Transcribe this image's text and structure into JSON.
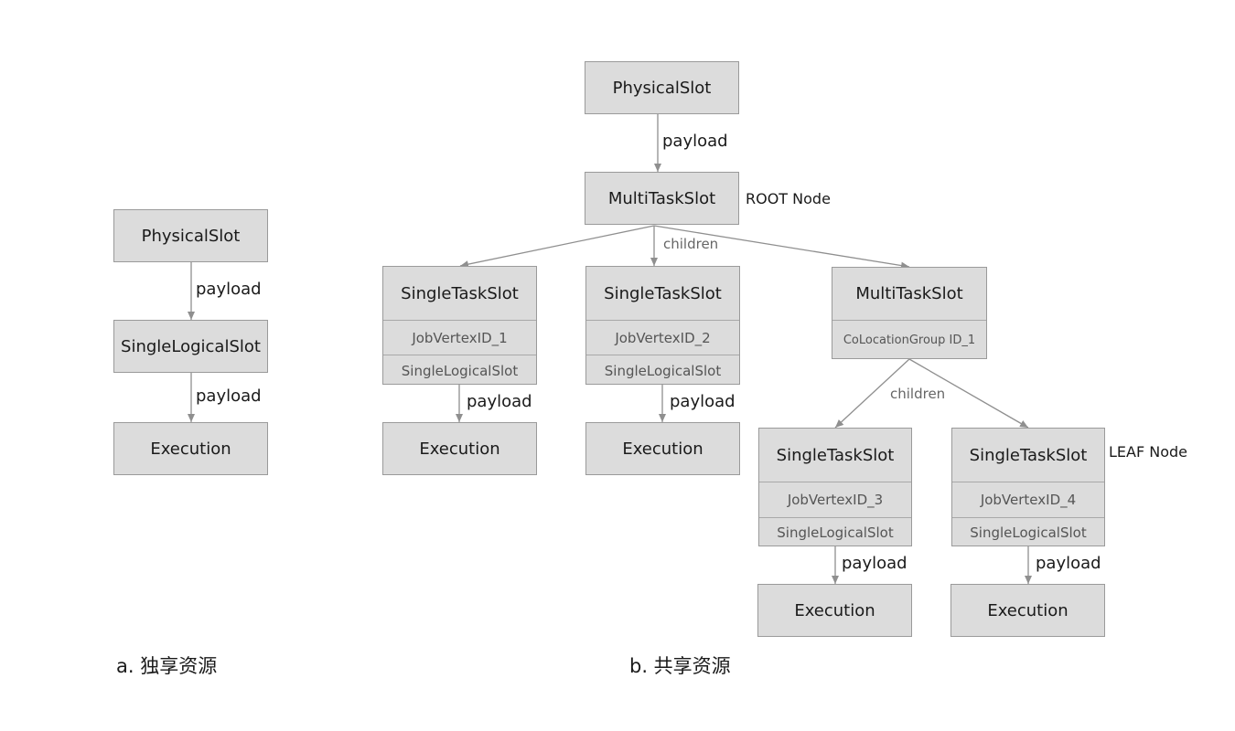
{
  "diagram_a": {
    "physical_slot": "PhysicalSlot",
    "single_logical_slot": "SingleLogicalSlot",
    "execution": "Execution",
    "payload_1": "payload",
    "payload_2": "payload",
    "caption": "a. 独享资源"
  },
  "diagram_b": {
    "physical_slot": "PhysicalSlot",
    "payload_root": "payload",
    "root_node": {
      "title": "MultiTaskSlot",
      "tag": "ROOT Node"
    },
    "children_label_1": "children",
    "children_label_2": "children",
    "task_slot_1": {
      "title": "SingleTaskSlot",
      "id": "JobVertexID_1",
      "slot": "SingleLogicalSlot",
      "payload": "payload",
      "execution": "Execution"
    },
    "task_slot_2": {
      "title": "SingleTaskSlot",
      "id": "JobVertexID_2",
      "slot": "SingleLogicalSlot",
      "payload": "payload",
      "execution": "Execution"
    },
    "colocation_node": {
      "title": "MultiTaskSlot",
      "group": "CoLocationGroup ID_1"
    },
    "task_slot_3": {
      "title": "SingleTaskSlot",
      "id": "JobVertexID_3",
      "slot": "SingleLogicalSlot",
      "payload": "payload",
      "execution": "Execution"
    },
    "task_slot_4": {
      "title": "SingleTaskSlot",
      "id": "JobVertexID_4",
      "slot": "SingleLogicalSlot",
      "payload": "payload",
      "execution": "Execution",
      "tag": "LEAF Node"
    },
    "caption": "b. 共享资源"
  },
  "colors": {
    "box_fill": "#dcdcdc",
    "box_border": "#9a9a9a",
    "edge": "#8f8f8f"
  }
}
